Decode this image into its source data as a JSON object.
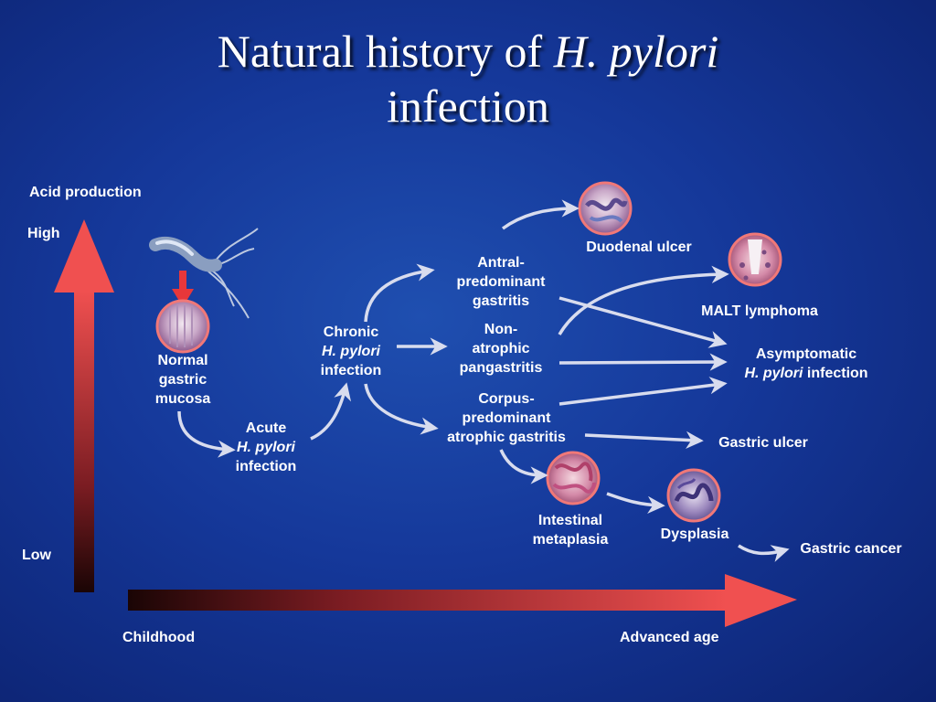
{
  "title": {
    "line1_prefix": "Natural history of ",
    "line1_italic": "H. pylori",
    "line2": "infection"
  },
  "axes": {
    "y_label": "Acid production",
    "y_high": "High",
    "y_low": "Low",
    "x_start": "Childhood",
    "x_end": "Advanced age"
  },
  "nodes": {
    "normal_mucosa": [
      "Normal",
      "gastric",
      "mucosa"
    ],
    "acute": {
      "line1": "Acute",
      "italic": "H. pylori",
      "line3": "infection"
    },
    "chronic": {
      "line1": "Chronic",
      "italic": "H. pylori",
      "line3": "infection"
    },
    "antral": [
      "Antral-",
      "predominant",
      "gastritis"
    ],
    "non_atrophic": [
      "Non-",
      "atrophic",
      "pangastritis"
    ],
    "corpus": [
      "Corpus-",
      "predominant",
      "atrophic gastritis"
    ],
    "duodenal_ulcer": "Duodenal ulcer",
    "malt_lymphoma": "MALT lymphoma",
    "asymptomatic": {
      "line1": "Asymptomatic",
      "italic": "H. pylori",
      "rest": " infection"
    },
    "gastric_ulcer": "Gastric ulcer",
    "intestinal_metaplasia": [
      "Intestinal",
      "metaplasia"
    ],
    "dysplasia": "Dysplasia",
    "gastric_cancer": "Gastric cancer"
  },
  "colors": {
    "arrow_red": "#f05050",
    "arrow_dark": "#1a0505",
    "connector": "#d8dcee",
    "ring": "#f07878"
  },
  "icons": [
    "bacterium-icon",
    "tissue-histology-icon"
  ]
}
